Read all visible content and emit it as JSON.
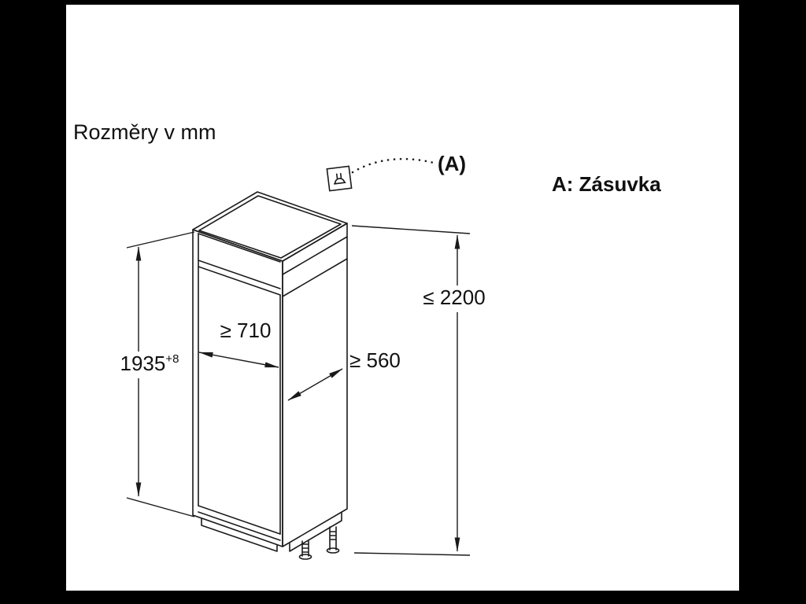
{
  "title": "Rozměry v mm",
  "callout": {
    "label": "(A)"
  },
  "legend": {
    "label": "A: Zásuvka"
  },
  "dimensions": {
    "niche_height": {
      "value": "1935",
      "tolerance": "+8"
    },
    "niche_width": "≥ 710",
    "niche_depth": "≥ 560",
    "max_height": "≤ 2200"
  },
  "colors": {
    "background": "#000000",
    "paper": "#ffffff",
    "ink": "#1a1a1a"
  }
}
